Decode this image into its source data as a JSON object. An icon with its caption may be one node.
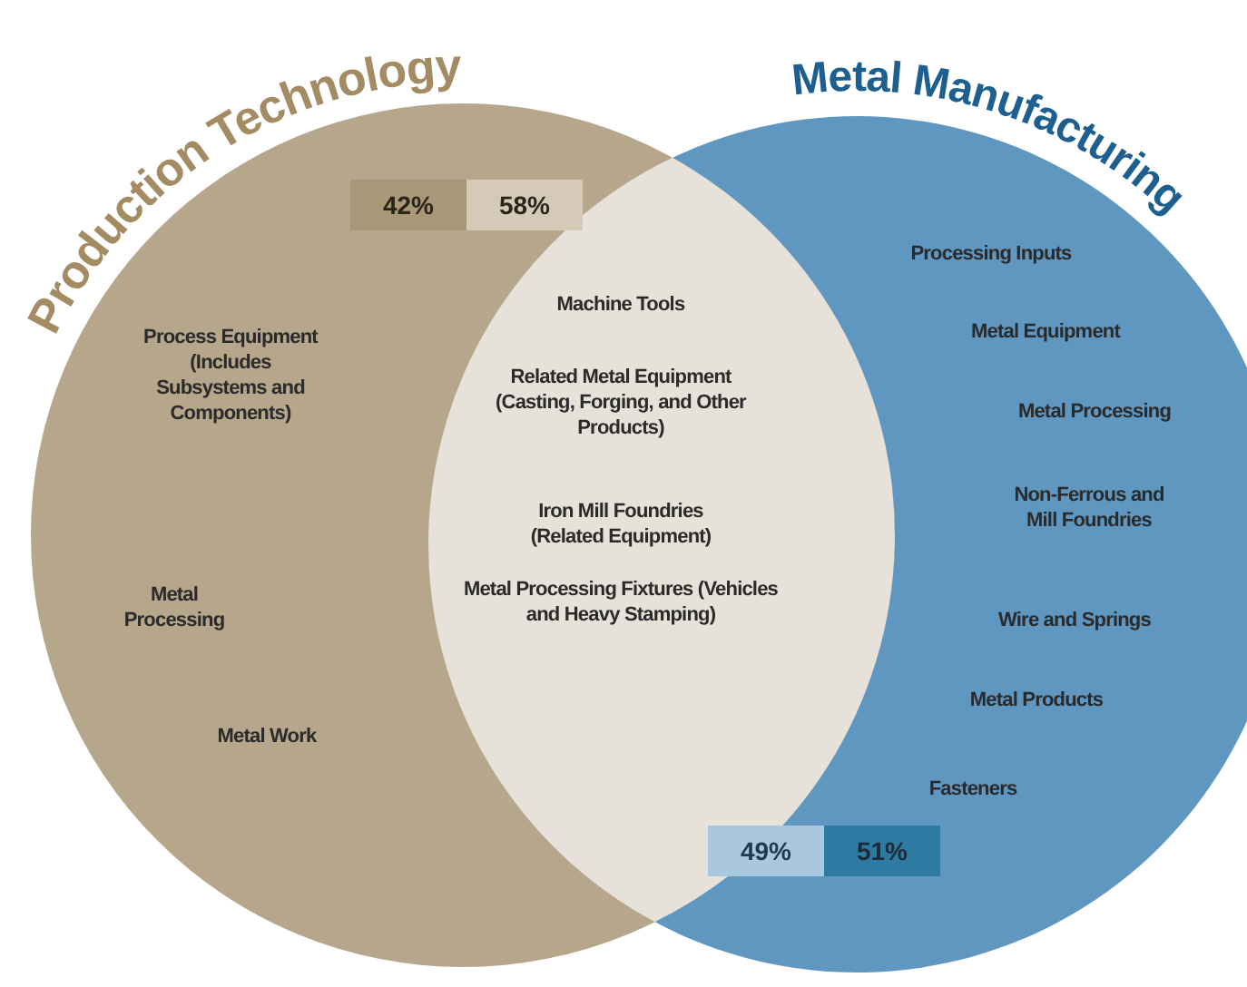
{
  "diagram": {
    "nodes": [
      {
        "text": [
          "Production Technology"
        ]
      },
      {
        "text": [
          "Metal Manufacturing"
        ]
      }
    ],
    "labels": [
      "42%",
      "58%",
      "Process Equipment (Includes Subsystems and Components)",
      "Metal Processing",
      "Metal Work",
      "Machine Tools",
      "Related Metal Equipment (Casting, Forging, and Other Products)",
      "Iron Mill Foundries (Related Equipment)",
      "Metal Processing Fixtures (Vehicles and Heavy Stamping)",
      "Processing Inputs",
      "Metal Equipment",
      "Metal Processing",
      "Non-Ferrous and Mill Foundries",
      "Wire and Springs",
      "Metal Products",
      "Fasteners",
      "49%",
      "51%"
    ]
  }
}
